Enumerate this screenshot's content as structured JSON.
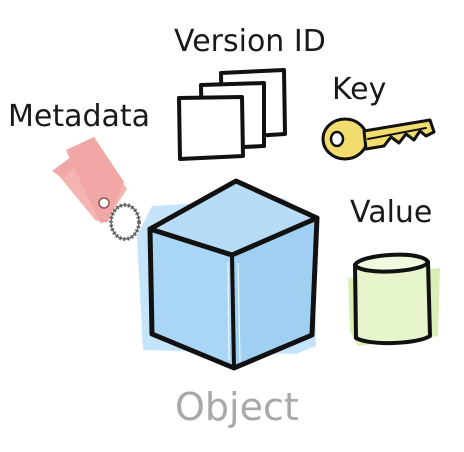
{
  "labels": {
    "version_id": "Version ID",
    "key": "Key",
    "metadata": "Metadata",
    "value": "Value",
    "object": "Object"
  },
  "colors": {
    "cube_fill": "#a9d6f5",
    "cube_splash": "#c4e4fb",
    "tag_fill": "#f1a7a5",
    "key_fill": "#f2dc6e",
    "value_fill": "#e6f5cc",
    "value_splash": "#d8f0b5",
    "object_text": "#a8a8a8"
  },
  "icons": [
    "stacked-pages-icon",
    "key-icon",
    "luggage-tag-icon",
    "cube-icon",
    "cylinder-icon"
  ]
}
